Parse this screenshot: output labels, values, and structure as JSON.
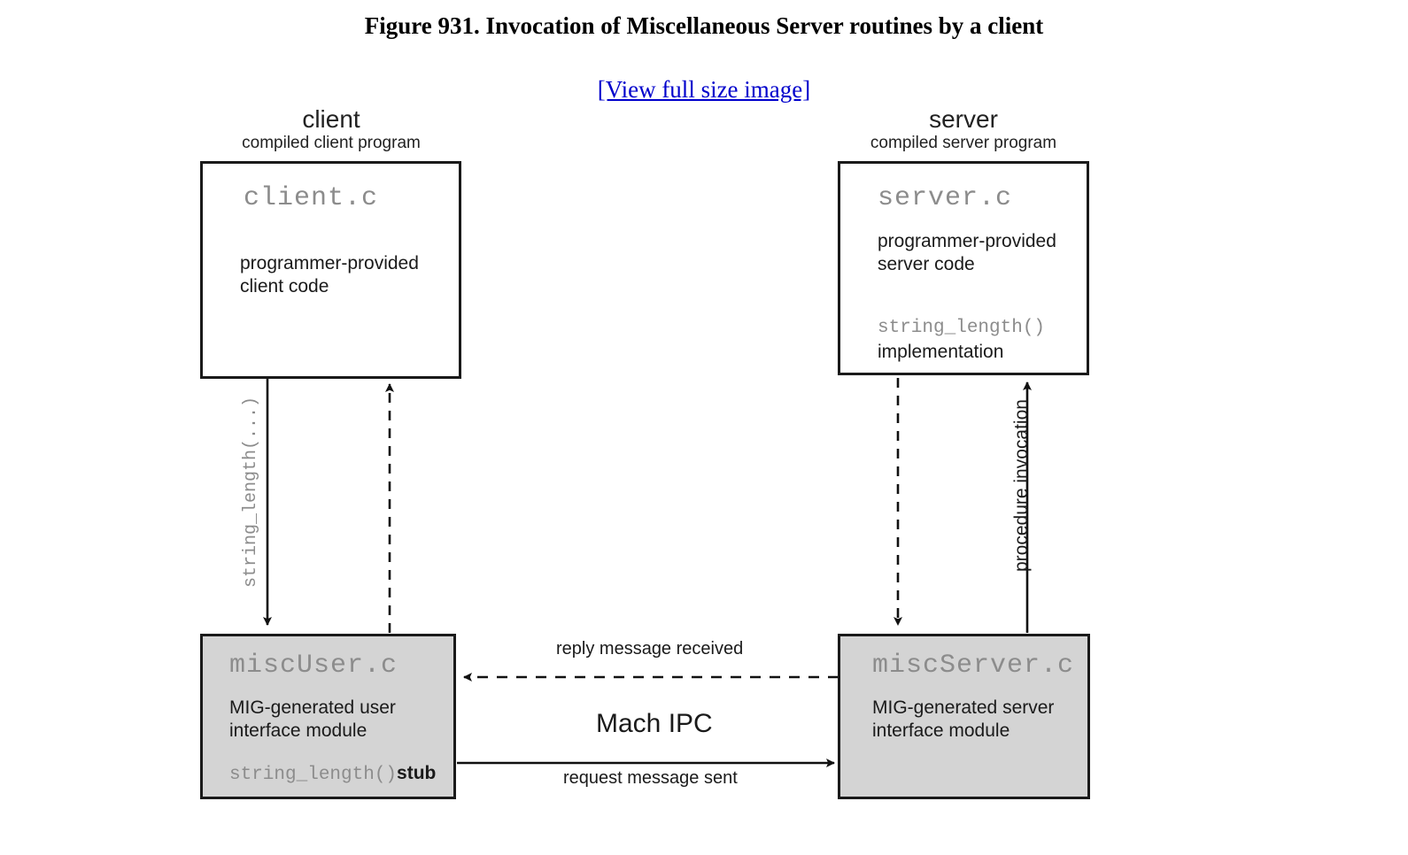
{
  "figure": {
    "title": "Figure 931. Invocation of Miscellaneous Server routines by a client",
    "view_full_size_link": "[View full size image]"
  },
  "diagram": {
    "type": "block-flow",
    "colors": {
      "box_border": "#1a1a1a",
      "box_fill_plain": "#ffffff",
      "box_fill_shaded": "#d4d4d4",
      "mono_text": "#8c8c8c",
      "plain_text": "#1a1a1a",
      "link": "#0000cc"
    },
    "columns": [
      {
        "heading": "client",
        "subheading": "compiled client program"
      },
      {
        "heading": "server",
        "subheading": "compiled server program"
      }
    ],
    "nodes": [
      {
        "id": "client-c",
        "file": "client.c",
        "description": "programmer-provided\nclient code",
        "desc_line1": "programmer-provided",
        "desc_line2": "client code",
        "shaded": false
      },
      {
        "id": "server-c",
        "file": "server.c",
        "desc_line1": "programmer-provided",
        "desc_line2": "server code",
        "routine": "string_length()",
        "routine_note": "implementation",
        "shaded": false
      },
      {
        "id": "misc-user-c",
        "file": "miscUser.c",
        "desc_line1": "MIG-generated user",
        "desc_line2": "interface module",
        "routine": "string_length()",
        "routine_note": "stub",
        "shaded": true
      },
      {
        "id": "misc-server-c",
        "file": "miscServer.c",
        "desc_line1": "MIG-generated server",
        "desc_line2": "interface module",
        "shaded": true
      }
    ],
    "edges": [
      {
        "id": "client-call",
        "label": "string_length(...)",
        "style": "solid",
        "direction": "down",
        "label_style": "mono-gray"
      },
      {
        "id": "client-return",
        "label": "",
        "style": "dashed",
        "direction": "up"
      },
      {
        "id": "server-dispatch",
        "label": "",
        "style": "dashed",
        "direction": "down"
      },
      {
        "id": "server-invoke",
        "label": "procedure invocation",
        "style": "solid",
        "direction": "up",
        "label_style": "plain"
      },
      {
        "id": "reply",
        "label": "reply message received",
        "style": "dashed",
        "direction": "left"
      },
      {
        "id": "request",
        "label": "request message sent",
        "style": "solid",
        "direction": "right"
      }
    ],
    "center_label": "Mach IPC"
  }
}
